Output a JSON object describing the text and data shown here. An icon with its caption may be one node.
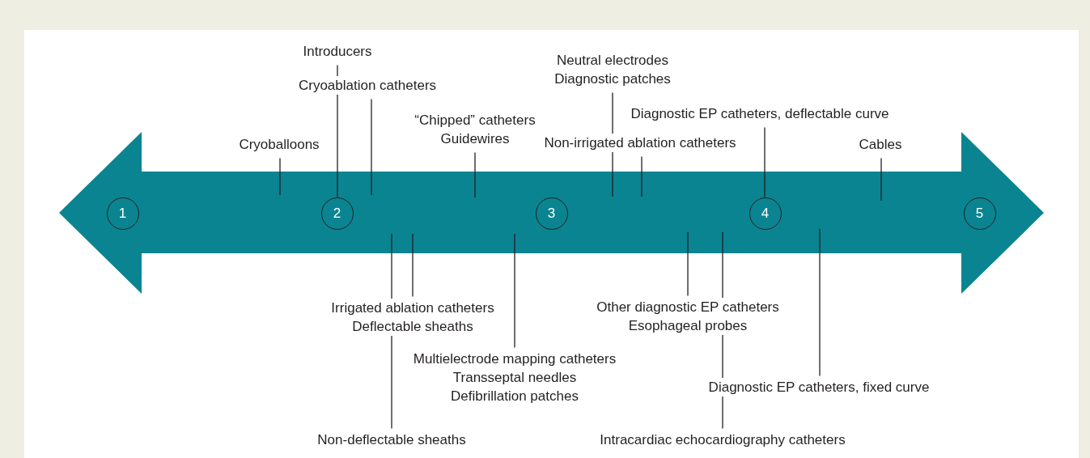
{
  "diagram": {
    "nodes": [
      {
        "text": [],
        "shape": "arrow"
      },
      {
        "text": [
          "1"
        ],
        "in": 0
      },
      {
        "text": [
          "2"
        ],
        "in": 0
      },
      {
        "text": [
          "3"
        ],
        "in": 0
      },
      {
        "text": [
          "4"
        ],
        "in": 0
      },
      {
        "text": [
          "5"
        ],
        "in": 0
      },
      {
        "text": [
          "Introducers"
        ]
      },
      {
        "text": [
          "Neutral electrodes",
          "Diagnostic patches"
        ]
      },
      {
        "text": [
          "Cryoablation catheters"
        ]
      },
      {
        "text": [
          "Diagnostic EP catheters, deflectable curve"
        ]
      },
      {
        "text": [
          "“Chipped” catheters",
          "Guidewires"
        ]
      },
      {
        "text": [
          "Non-irrigated ablation catheters"
        ]
      },
      {
        "text": [
          "Cryoballoons"
        ]
      },
      {
        "text": [
          "Cables"
        ]
      },
      {
        "text": [
          "Other diagnostic EP catheters",
          "Esophageal probes"
        ]
      },
      {
        "text": [
          "Irrigated ablation catheters",
          "Deflectable sheaths"
        ]
      },
      {
        "text": [
          "Multielectrode mapping catheters",
          "Transseptal needles",
          "Defibrillation patches"
        ]
      },
      {
        "text": [
          "Diagnostic EP catheters, fixed curve"
        ]
      },
      {
        "text": [
          "Non-deflectable sheaths"
        ]
      },
      {
        "text": [
          "Intracardiac echocardiography catheters"
        ]
      }
    ],
    "edges": [
      {
        "from": 6,
        "to": 2,
        "arrow": "none"
      },
      {
        "from": 7,
        "to": null,
        "arrow": "none"
      },
      {
        "from": 8,
        "to": null,
        "arrow": "none"
      },
      {
        "from": 9,
        "to": 4,
        "arrow": "none"
      },
      {
        "from": 10,
        "to": null,
        "arrow": "none"
      },
      {
        "from": 11,
        "to": null,
        "arrow": "none"
      },
      {
        "from": 12,
        "to": null,
        "arrow": "none"
      },
      {
        "from": 13,
        "to": null,
        "arrow": "none"
      },
      {
        "from": 14,
        "to": null,
        "arrow": "none"
      },
      {
        "from": 15,
        "to": null,
        "arrow": "none"
      },
      {
        "from": 16,
        "to": null,
        "arrow": "none"
      },
      {
        "from": 17,
        "to": null,
        "arrow": "none"
      },
      {
        "from": 18,
        "to": null,
        "arrow": "none"
      },
      {
        "from": 19,
        "to": null,
        "arrow": "none"
      }
    ]
  }
}
